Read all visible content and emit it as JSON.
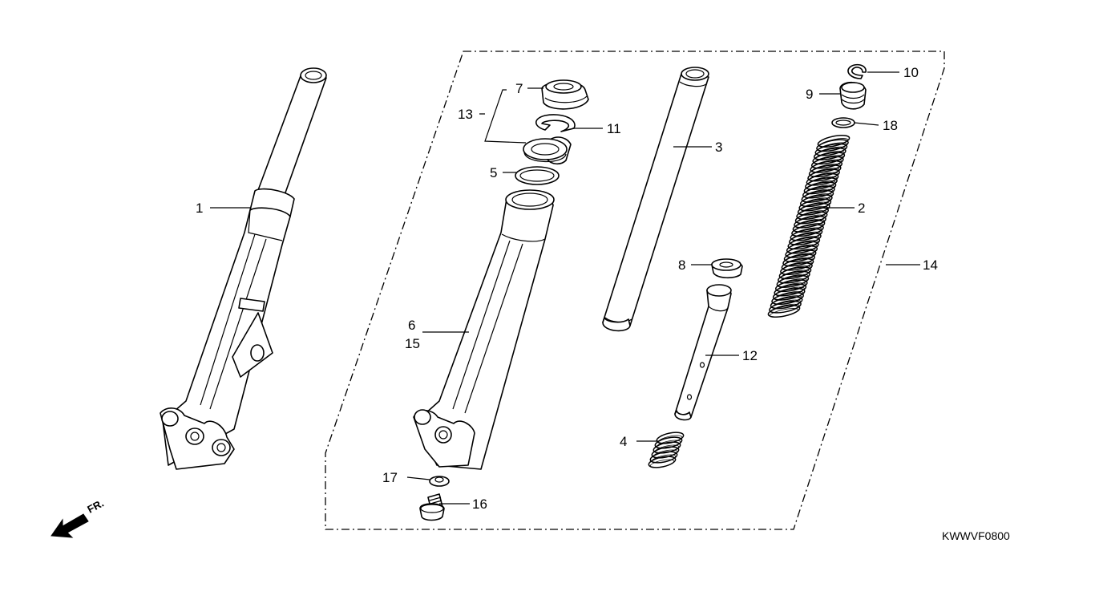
{
  "diagram": {
    "callouts": [
      {
        "id": "c1",
        "label": "1"
      },
      {
        "id": "c2",
        "label": "2"
      },
      {
        "id": "c3",
        "label": "3"
      },
      {
        "id": "c4",
        "label": "4"
      },
      {
        "id": "c5",
        "label": "5"
      },
      {
        "id": "c6",
        "label": "6"
      },
      {
        "id": "c7",
        "label": "7"
      },
      {
        "id": "c8",
        "label": "8"
      },
      {
        "id": "c9",
        "label": "9"
      },
      {
        "id": "c10",
        "label": "10"
      },
      {
        "id": "c11",
        "label": "11"
      },
      {
        "id": "c12",
        "label": "12"
      },
      {
        "id": "c13",
        "label": "13"
      },
      {
        "id": "c14",
        "label": "14"
      },
      {
        "id": "c15",
        "label": "15"
      },
      {
        "id": "c16",
        "label": "16"
      },
      {
        "id": "c17",
        "label": "17"
      },
      {
        "id": "c18",
        "label": "18"
      }
    ],
    "front_indicator": "FR.",
    "drawing_code": "KWWVF0800"
  }
}
